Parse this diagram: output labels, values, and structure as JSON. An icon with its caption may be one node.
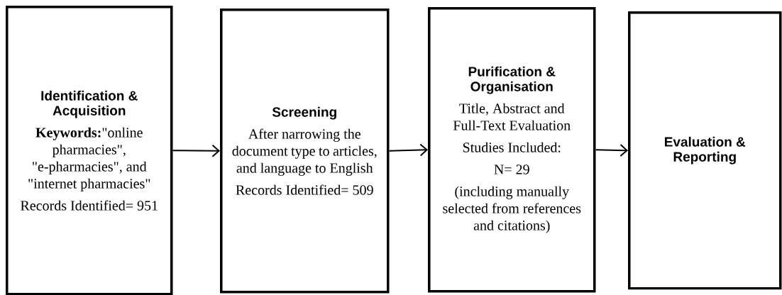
{
  "diagram": {
    "nodes": [
      {
        "text": [
          "Identification & Acquisition",
          "**Keywords:**\"online pharmacies\", \"e-pharmacies\", and \"internet pharmacies\"",
          "Records Identified= 951"
        ]
      },
      {
        "text": [
          "Screening",
          "After narrowing the document type to articles, and language to English",
          "Records Identified= 509"
        ]
      },
      {
        "text": [
          "Purification & Organisation",
          "Title, Abstract and Full-Text Evaluation",
          "Studies Included:",
          "N= 29",
          "(including manually selected from references and citations)"
        ]
      },
      {
        "text": [
          "Evaluation & Reporting"
        ]
      }
    ],
    "edges": [
      {
        "from": 0,
        "to": 1,
        "arrow": "to"
      },
      {
        "from": 1,
        "to": 2,
        "arrow": "to"
      },
      {
        "from": 2,
        "to": 3,
        "arrow": "to"
      }
    ]
  }
}
